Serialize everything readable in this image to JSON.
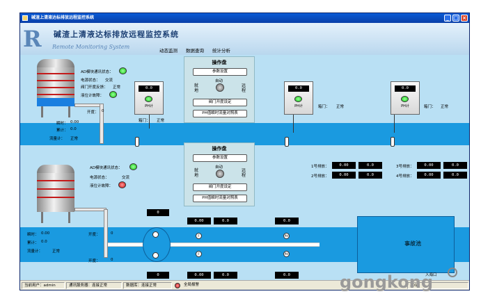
{
  "window": {
    "title": "碱渣上清液达标排放远程监控系统"
  },
  "header": {
    "logo_letter": "R",
    "system_name": "碱渣上清液达标排放远程监控系统",
    "system_subtitle": "Remote Monitoring System"
  },
  "menu": {
    "items": [
      "动态监测",
      "数据查询",
      "统计分析"
    ]
  },
  "upper": {
    "ad_label": "AD模块通讯状态：",
    "power_label": "电源状态：",
    "power_value": "交流",
    "valve_label": "阀门开度反馈：",
    "valve_value": "正常",
    "level_label": "液位计故障：",
    "opening_label": "开度：",
    "opening_value": "0",
    "instant_label": "瞬时：",
    "instant_value": "0.00",
    "total_label": "累计：",
    "total_value": "0.0",
    "flow_label": "流量计：",
    "flow_value": "正常"
  },
  "panel_top": {
    "title": "操作盘",
    "param_btn": "参数设置",
    "left_label": "就地",
    "auto_label": "自动",
    "right_label": "远程",
    "valve_btn": "阀门开度设定",
    "flow_btn": "PH值瞬时流量对照表"
  },
  "panel_bottom": {
    "title": "操作盘",
    "param_btn": "参数设置",
    "left_label": "就地",
    "auto_label": "自动",
    "right_label": "远程",
    "valve_btn": "阀门开度设定",
    "flow_btn": "PH值瞬时流量对照表"
  },
  "controllers": [
    {
      "screen": "0.0",
      "label": "PH计",
      "status_label": "箱门：",
      "status_value": "正常"
    },
    {
      "screen": "0.0",
      "label": "PH计",
      "status_label": "箱门：",
      "status_value": "正常"
    },
    {
      "screen": "0.0",
      "label": "PH计",
      "status_label": "箱门：",
      "status_value": "正常"
    }
  ],
  "lower": {
    "ad_label": "AD模块通讯状态：",
    "power_label": "电源状态：",
    "power_value": "交流",
    "level_label": "液位计故障：",
    "instant_label": "瞬时：",
    "instant_value": "0.00",
    "total_label": "累计：",
    "total_value": "0.0",
    "flow_label": "流量计：",
    "flow_value": "正常",
    "opening1_label": "开度：",
    "opening1_value": "0",
    "opening2_label": "开度：",
    "opening2_value": "0"
  },
  "outlets": [
    {
      "label": "1号排放：",
      "v1": "0.00",
      "v2": "0.0"
    },
    {
      "label": "2号排放：",
      "v1": "0.00",
      "v2": "0.0"
    },
    {
      "label": "3号排放：",
      "v1": "0.00",
      "v2": "0.0"
    },
    {
      "label": "4号排放：",
      "v1": "0.00",
      "v2": "0.0"
    }
  ],
  "pipeline": {
    "box_top": "0",
    "box_bottom": "0",
    "f_label": "F",
    "ph_label": "PH",
    "r_top_1": "0.00",
    "r_top_2": "0.0",
    "r_top_3": "0.0",
    "r_bot_1": "0.00",
    "r_bot_2": "0.0",
    "r_bot_3": "0.0"
  },
  "accident_pool": "事故池",
  "inlet_label": "入海口",
  "statusbar": {
    "user": "当前用户：admin",
    "server": "通讯服务器：连接正常",
    "db": "数据库：连接正常",
    "alarm": "全局报警",
    "datetime": "2011"
  },
  "watermark": "gongkong",
  "colors": {
    "water": "#1A9AE0",
    "bg": "#B9E0F4",
    "ok": "#22CC22",
    "alarm": "#CC1111"
  }
}
